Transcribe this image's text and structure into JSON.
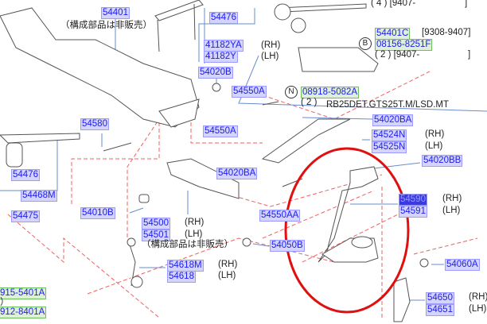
{
  "accent_colors": {
    "label_bg": "#d4d4ff",
    "label_text": "#1c1cf0",
    "highlight_circle": "#e01010",
    "leader": "#6a8cd0",
    "phantom": "#f06060"
  },
  "labels": {
    "p54401": "54401",
    "not_sold_1": "（構成部品は非販売）",
    "p54476_top": "54476",
    "p41182YA": "41182YA",
    "p41182Y": "41182Y",
    "rh1": "(RH)",
    "lh1": "(LH)",
    "p54020B": "54020B",
    "p54550A_top": "54550A",
    "p54580": "54580",
    "p54476_left": "54476",
    "p54468M": "54468M",
    "p54475": "54475",
    "p54010B": "54010B",
    "p54500": "54500",
    "p54501": "54501",
    "rh2": "(RH)",
    "lh2": "(LH)",
    "not_sold_2": "（構成部品は非販売）",
    "p54618M": "54618M",
    "p54618": "54618",
    "rh3": "(RH)",
    "lh3": "(LH)",
    "p915": "915-5401A",
    "p912": "912-8401A",
    "paren_frag": "）",
    "p54550A_mid": "54550A",
    "p54020BA_mid": "54020BA",
    "qty4": "( 4 ) [9407-",
    "bracket_close": "]",
    "p54401C": "54401C",
    "date1": "[9308-9407]",
    "circle_b": "B",
    "p08156": "08156-8251F",
    "qty2_b": "( 2 ) [9407-",
    "bracket_close2": "]",
    "circle_n": "N",
    "p08918": "08918-5082A",
    "qty2_n": "( 2 )",
    "model": "RB25DET.GTS25T.M/LSD.MT",
    "p54020BA_right": "54020BA",
    "p54524N": "54524N",
    "rh4": "(RH)",
    "p54525N": "54525N",
    "lh4": "(LH)",
    "p54020BB": "54020BB",
    "p54550AA": "54550AA",
    "p54050B": "54050B",
    "p54590": "54590",
    "rh5": "(RH)",
    "p54591": "54591",
    "lh5": "(LH)",
    "p54060A": "54060A",
    "p54650": "54650",
    "rh6": "(RH)",
    "p54651": "54651",
    "lh6": "(LH)"
  }
}
